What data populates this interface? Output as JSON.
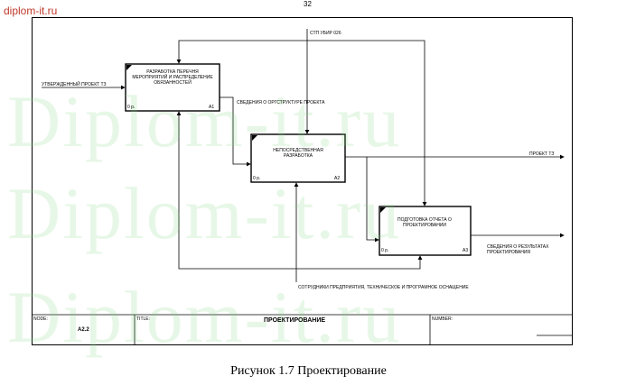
{
  "site_mark": "diplom-it.ru",
  "page_number": "32",
  "watermark": "Diplom-it.ru",
  "boxes": [
    {
      "label": "РАЗРАБОТКА ПЕРЕЧНЯ МЕРОПРИЯТИЙ И РАСПРЕДЕЛЕНИЕ ОБЯЗАННОСТЕЙ",
      "cost": "0 р.",
      "code": "A1"
    },
    {
      "label": "НЕПОСРЕДСТВЕННАЯ РАЗРАБОТКА",
      "cost": "0 р.",
      "code": "A2"
    },
    {
      "label": "ПОДГОТОВКА ОТЧЕТА О ПРОЕКТИРОВАНИИ",
      "cost": "0 р.",
      "code": "A3"
    }
  ],
  "arrows": {
    "input_project": "УТВЕРЖДЕННЫЙ ПРОЕКТ ТЗ",
    "control_std": "СТП УБИР 026",
    "org_info": "СВЕДЕНИЯ О ОРГСТРУКТУРЕ ПРОЕКТА",
    "output_project": "ПРОЕКТ ТЗ",
    "output_results": "СВЕДЕНИЯ О РЕЗУЛЬТАТАХ ПРОЕКТИРОВАНИЯ",
    "mechanism": "СОТРУДНИКИ ПРЕДПРИЯТИЯ, ТЕХНИЧЕСКОЕ И ПРОГРАМНОЕ ОСНАЩЕНИЕ"
  },
  "footer": {
    "node_label": "NODE:",
    "node_value": "A2.2",
    "title_label": "TITLE:",
    "title_value": "ПРОЕКТИРОВАНИЕ",
    "number_label": "NUMBER:"
  },
  "caption": "Рисунок 1.7 Проектирование"
}
